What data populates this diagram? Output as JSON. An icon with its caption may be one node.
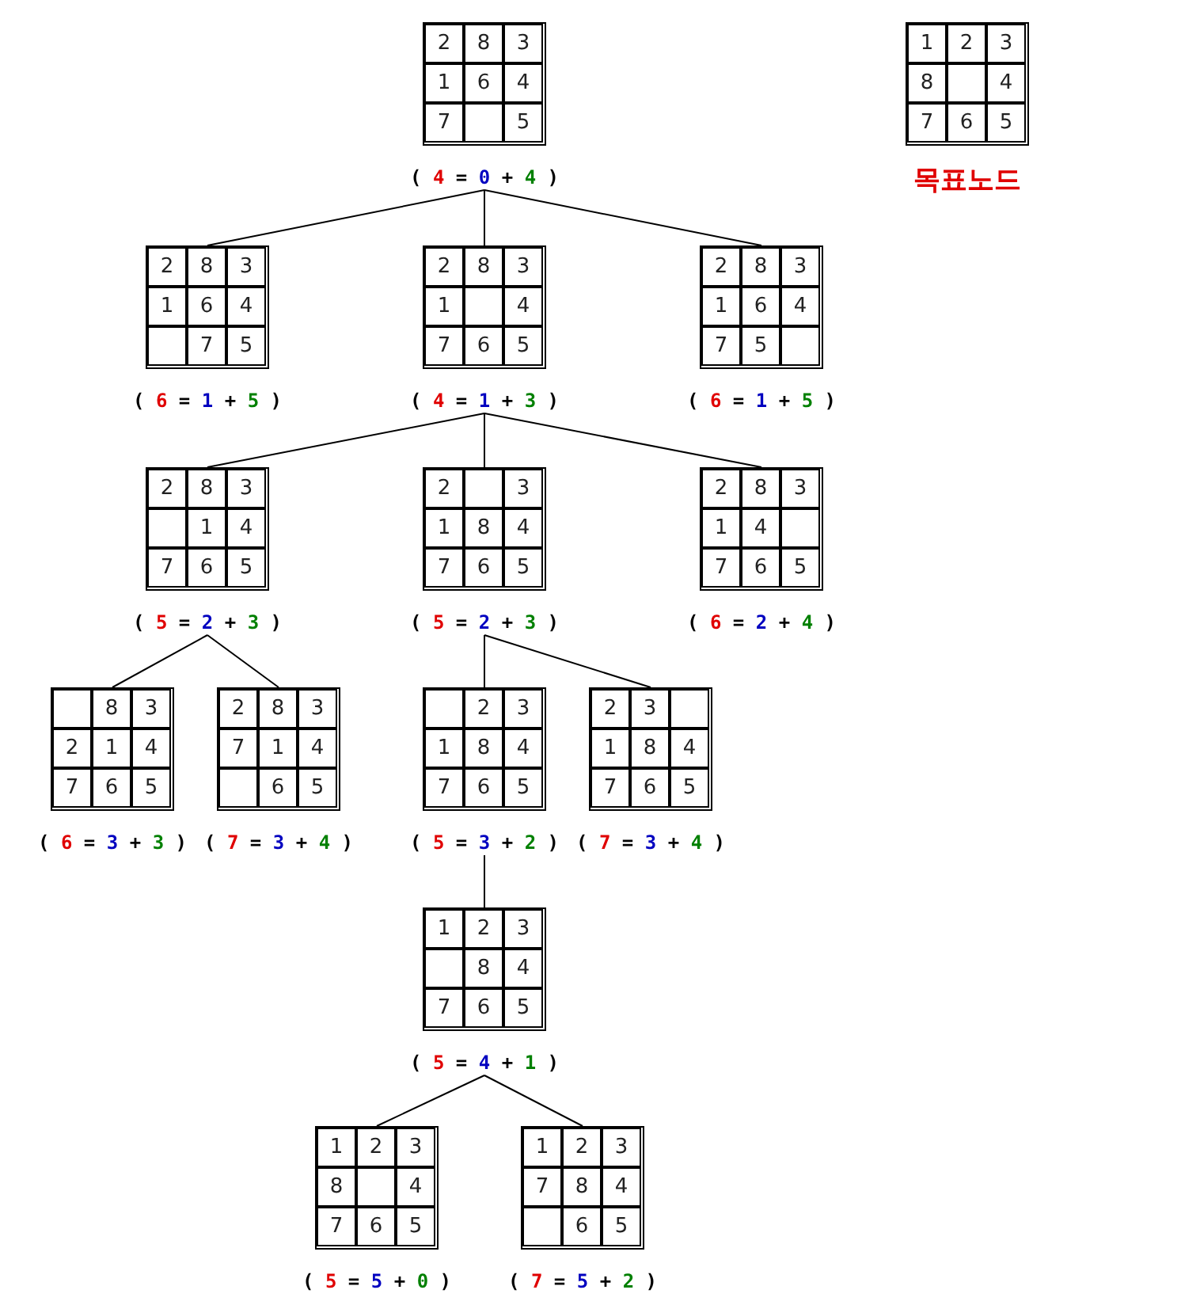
{
  "diagram": {
    "nodes": [
      {
        "text": [],
        "shape": "box",
        "beside": [
          "( 4 = 0 + 4 )"
        ]
      },
      {
        "text": [
          "2"
        ],
        "in": 0
      },
      {
        "text": [
          "8"
        ],
        "in": 0
      },
      {
        "text": [
          "3"
        ],
        "in": 0
      },
      {
        "text": [
          "1"
        ],
        "in": 0
      },
      {
        "text": [
          "6"
        ],
        "in": 0
      },
      {
        "text": [
          "4"
        ],
        "in": 0
      },
      {
        "text": [
          "7"
        ],
        "in": 0
      },
      {
        "text": [],
        "shape": "box",
        "in": 0
      },
      {
        "text": [
          "5"
        ],
        "in": 0
      },
      {
        "text": [],
        "shape": "box",
        "beside": [
          "목표노드"
        ]
      },
      {
        "text": [
          "1"
        ],
        "in": 10
      },
      {
        "text": [
          "2"
        ],
        "in": 10
      },
      {
        "text": [
          "3"
        ],
        "in": 10
      },
      {
        "text": [
          "8"
        ],
        "in": 10
      },
      {
        "text": [],
        "shape": "box",
        "in": 10
      },
      {
        "text": [
          "4"
        ],
        "in": 10
      },
      {
        "text": [
          "7"
        ],
        "in": 10
      },
      {
        "text": [
          "6"
        ],
        "in": 10
      },
      {
        "text": [
          "5"
        ],
        "in": 10
      },
      {
        "text": [],
        "shape": "box",
        "beside": [
          "( 6 = 1 + 5 )"
        ]
      },
      {
        "text": [
          "2"
        ],
        "in": 20
      },
      {
        "text": [
          "8"
        ],
        "in": 20
      },
      {
        "text": [
          "3"
        ],
        "in": 20
      },
      {
        "text": [
          "1"
        ],
        "in": 20
      },
      {
        "text": [
          "6"
        ],
        "in": 20
      },
      {
        "text": [
          "4"
        ],
        "in": 20
      },
      {
        "text": [],
        "shape": "box",
        "in": 20
      },
      {
        "text": [
          "7"
        ],
        "in": 20
      },
      {
        "text": [
          "5"
        ],
        "in": 20
      },
      {
        "text": [],
        "shape": "box",
        "beside": [
          "( 4 = 1 + 3 )"
        ]
      },
      {
        "text": [
          "2"
        ],
        "in": 30
      },
      {
        "text": [
          "8"
        ],
        "in": 30
      },
      {
        "text": [
          "3"
        ],
        "in": 30
      },
      {
        "text": [
          "1"
        ],
        "in": 30
      },
      {
        "text": [],
        "shape": "box",
        "in": 30
      },
      {
        "text": [
          "4"
        ],
        "in": 30
      },
      {
        "text": [
          "7"
        ],
        "in": 30
      },
      {
        "text": [
          "6"
        ],
        "in": 30
      },
      {
        "text": [
          "5"
        ],
        "in": 30
      },
      {
        "text": [],
        "shape": "box",
        "beside": [
          "( 6 = 1 + 5 )"
        ]
      },
      {
        "text": [
          "2"
        ],
        "in": 40
      },
      {
        "text": [
          "8"
        ],
        "in": 40
      },
      {
        "text": [
          "3"
        ],
        "in": 40
      },
      {
        "text": [
          "1"
        ],
        "in": 40
      },
      {
        "text": [
          "6"
        ],
        "in": 40
      },
      {
        "text": [
          "4"
        ],
        "in": 40
      },
      {
        "text": [
          "7"
        ],
        "in": 40
      },
      {
        "text": [
          "5"
        ],
        "in": 40
      },
      {
        "text": [],
        "shape": "box",
        "in": 40
      },
      {
        "text": [],
        "shape": "box",
        "beside": [
          "( 5 = 2 + 3 )"
        ]
      },
      {
        "text": [
          "2"
        ],
        "in": 50
      },
      {
        "text": [
          "8"
        ],
        "in": 50
      },
      {
        "text": [
          "3"
        ],
        "in": 50
      },
      {
        "text": [],
        "shape": "box",
        "in": 50
      },
      {
        "text": [
          "1"
        ],
        "in": 50
      },
      {
        "text": [
          "4"
        ],
        "in": 50
      },
      {
        "text": [
          "7"
        ],
        "in": 50
      },
      {
        "text": [
          "6"
        ],
        "in": 50
      },
      {
        "text": [
          "5"
        ],
        "in": 50
      },
      {
        "text": [],
        "shape": "box",
        "beside": [
          "( 5 = 2 + 3 )"
        ]
      },
      {
        "text": [
          "2"
        ],
        "in": 60
      },
      {
        "text": [],
        "shape": "box",
        "in": 60
      },
      {
        "text": [
          "3"
        ],
        "in": 60
      },
      {
        "text": [
          "1"
        ],
        "in": 60
      },
      {
        "text": [
          "8"
        ],
        "in": 60
      },
      {
        "text": [
          "4"
        ],
        "in": 60
      },
      {
        "text": [
          "7"
        ],
        "in": 60
      },
      {
        "text": [
          "6"
        ],
        "in": 60
      },
      {
        "text": [
          "5"
        ],
        "in": 60
      },
      {
        "text": [],
        "shape": "box",
        "beside": [
          "( 6 = 2 + 4 )"
        ]
      },
      {
        "text": [
          "2"
        ],
        "in": 70
      },
      {
        "text": [
          "8"
        ],
        "in": 70
      },
      {
        "text": [
          "3"
        ],
        "in": 70
      },
      {
        "text": [
          "1"
        ],
        "in": 70
      },
      {
        "text": [
          "4"
        ],
        "in": 70
      },
      {
        "text": [],
        "shape": "box",
        "in": 70
      },
      {
        "text": [
          "7"
        ],
        "in": 70
      },
      {
        "text": [
          "6"
        ],
        "in": 70
      },
      {
        "text": [
          "5"
        ],
        "in": 70
      },
      {
        "text": [],
        "shape": "box",
        "beside": [
          "( 6 = 3 + 3 )"
        ]
      },
      {
        "text": [],
        "shape": "box",
        "in": 80
      },
      {
        "text": [
          "8"
        ],
        "in": 80
      },
      {
        "text": [
          "3"
        ],
        "in": 80
      },
      {
        "text": [
          "2"
        ],
        "in": 80
      },
      {
        "text": [
          "1"
        ],
        "in": 80
      },
      {
        "text": [
          "4"
        ],
        "in": 80
      },
      {
        "text": [
          "7"
        ],
        "in": 80
      },
      {
        "text": [
          "6"
        ],
        "in": 80
      },
      {
        "text": [
          "5"
        ],
        "in": 80
      },
      {
        "text": [],
        "shape": "box",
        "beside": [
          "( 7 = 3 + 4 )"
        ]
      },
      {
        "text": [
          "2"
        ],
        "in": 90
      },
      {
        "text": [
          "8"
        ],
        "in": 90
      },
      {
        "text": [
          "3"
        ],
        "in": 90
      },
      {
        "text": [
          "7"
        ],
        "in": 90
      },
      {
        "text": [
          "1"
        ],
        "in": 90
      },
      {
        "text": [
          "4"
        ],
        "in": 90
      },
      {
        "text": [],
        "shape": "box",
        "in": 90
      },
      {
        "text": [
          "6"
        ],
        "in": 90
      },
      {
        "text": [
          "5"
        ],
        "in": 90
      },
      {
        "text": [],
        "shape": "box",
        "beside": [
          "( 5 = 3 + 2 )"
        ]
      },
      {
        "text": [],
        "shape": "box",
        "in": 100
      },
      {
        "text": [
          "2"
        ],
        "in": 100
      },
      {
        "text": [
          "3"
        ],
        "in": 100
      },
      {
        "text": [
          "1"
        ],
        "in": 100
      },
      {
        "text": [
          "8"
        ],
        "in": 100
      },
      {
        "text": [
          "4"
        ],
        "in": 100
      },
      {
        "text": [
          "7"
        ],
        "in": 100
      },
      {
        "text": [
          "6"
        ],
        "in": 100
      },
      {
        "text": [
          "5"
        ],
        "in": 100
      },
      {
        "text": [],
        "shape": "box",
        "beside": [
          "( 7 = 3 + 4 )"
        ]
      },
      {
        "text": [
          "2"
        ],
        "in": 110
      },
      {
        "text": [
          "3"
        ],
        "in": 110
      },
      {
        "text": [],
        "shape": "box",
        "in": 110
      },
      {
        "text": [
          "1"
        ],
        "in": 110
      },
      {
        "text": [
          "8"
        ],
        "in": 110
      },
      {
        "text": [
          "4"
        ],
        "in": 110
      },
      {
        "text": [
          "7"
        ],
        "in": 110
      },
      {
        "text": [
          "6"
        ],
        "in": 110
      },
      {
        "text": [
          "5"
        ],
        "in": 110
      },
      {
        "text": [],
        "shape": "box",
        "beside": [
          "( 5 = 4 + 1 )"
        ]
      },
      {
        "text": [
          "1"
        ],
        "in": 120
      },
      {
        "text": [
          "2"
        ],
        "in": 120
      },
      {
        "text": [
          "3"
        ],
        "in": 120
      },
      {
        "text": [],
        "shape": "box",
        "in": 120
      },
      {
        "text": [
          "8"
        ],
        "in": 120
      },
      {
        "text": [
          "4"
        ],
        "in": 120
      },
      {
        "text": [
          "7"
        ],
        "in": 120
      },
      {
        "text": [
          "6"
        ],
        "in": 120
      },
      {
        "text": [
          "5"
        ],
        "in": 120
      },
      {
        "text": [],
        "shape": "box",
        "beside": [
          "( 5 = 5 + 0 )"
        ]
      },
      {
        "text": [
          "1"
        ],
        "in": 130
      },
      {
        "text": [
          "2"
        ],
        "in": 130
      },
      {
        "text": [
          "3"
        ],
        "in": 130
      },
      {
        "text": [
          "8"
        ],
        "in": 130
      },
      {
        "text": [],
        "shape": "box",
        "in": 130
      },
      {
        "text": [
          "4"
        ],
        "in": 130
      },
      {
        "text": [
          "7"
        ],
        "in": 130
      },
      {
        "text": [
          "6"
        ],
        "in": 130
      },
      {
        "text": [
          "5"
        ],
        "in": 130
      },
      {
        "text": [],
        "shape": "box",
        "beside": [
          "( 7 = 5 + 2 )"
        ]
      },
      {
        "text": [
          "1"
        ],
        "in": 140
      },
      {
        "text": [
          "2"
        ],
        "in": 140
      },
      {
        "text": [
          "3"
        ],
        "in": 140
      },
      {
        "text": [
          "7"
        ],
        "in": 140
      },
      {
        "text": [
          "8"
        ],
        "in": 140
      },
      {
        "text": [
          "4"
        ],
        "in": 140
      },
      {
        "text": [],
        "shape": "box",
        "in": 140
      },
      {
        "text": [
          "6"
        ],
        "in": 140
      },
      {
        "text": [
          "5"
        ],
        "in": 140
      }
    ],
    "edges": [
      {
        "from": 0,
        "to": 20,
        "arrow": "none"
      },
      {
        "from": 0,
        "to": 30,
        "arrow": "none"
      },
      {
        "from": 0,
        "to": 40,
        "arrow": "none"
      },
      {
        "from": 30,
        "to": 50,
        "arrow": "none"
      },
      {
        "from": 30,
        "to": 60,
        "arrow": "none"
      },
      {
        "from": 30,
        "to": 70,
        "arrow": "none"
      },
      {
        "from": 50,
        "to": 80,
        "arrow": "none"
      },
      {
        "from": 50,
        "to": 90,
        "arrow": "none"
      },
      {
        "from": 60,
        "to": 100,
        "arrow": "none"
      },
      {
        "from": 60,
        "to": 110,
        "arrow": "none"
      },
      {
        "from": 100,
        "to": 120,
        "arrow": "none"
      },
      {
        "from": 120,
        "to": 130,
        "arrow": "none"
      },
      {
        "from": 120,
        "to": 140,
        "arrow": "none"
      }
    ]
  }
}
